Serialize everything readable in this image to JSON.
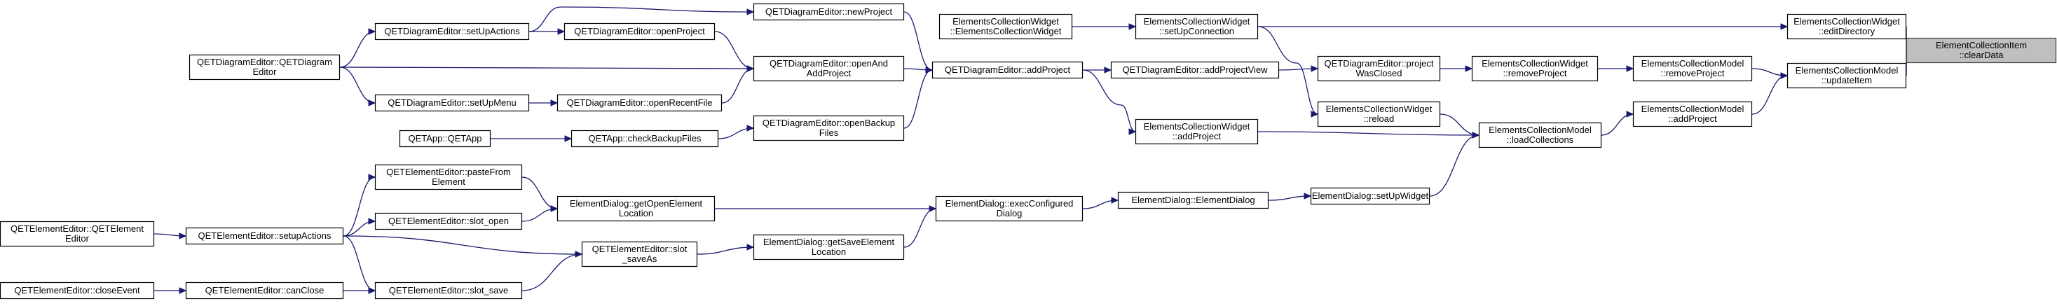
{
  "graph": {
    "root": "n0",
    "nodes": [
      {
        "id": "n0",
        "lines": [
          "ElementCollectionItem",
          "::clearData"
        ],
        "root": true
      },
      {
        "id": "n1",
        "lines": [
          "ElementsCollectionWidget",
          "::editDirectory"
        ]
      },
      {
        "id": "n2",
        "lines": [
          "ElementsCollectionModel",
          "::updateItem"
        ]
      },
      {
        "id": "n3",
        "lines": [
          "ElementsCollectionWidget",
          "::setUpConnection"
        ]
      },
      {
        "id": "n4",
        "lines": [
          "ElementsCollectionWidget",
          "::ElementsCollectionWidget"
        ]
      },
      {
        "id": "n5",
        "lines": [
          "ElementsCollectionModel",
          "::removeProject"
        ]
      },
      {
        "id": "n6",
        "lines": [
          "ElementsCollectionModel",
          "::addProject"
        ]
      },
      {
        "id": "n7",
        "lines": [
          "ElementsCollectionWidget",
          "::removeProject"
        ]
      },
      {
        "id": "n8",
        "lines": [
          "QETDiagramEditor::project",
          "WasClosed"
        ]
      },
      {
        "id": "n9",
        "lines": [
          "QETDiagramEditor::addProjectView"
        ]
      },
      {
        "id": "n10",
        "lines": [
          "QETDiagramEditor::addProject"
        ]
      },
      {
        "id": "n11",
        "lines": [
          "QETDiagramEditor::newProject"
        ]
      },
      {
        "id": "n12",
        "lines": [
          "QETDiagramEditor::openAnd",
          "AddProject"
        ]
      },
      {
        "id": "n13",
        "lines": [
          "QETDiagramEditor::openBackup",
          "Files"
        ]
      },
      {
        "id": "n14",
        "lines": [
          "QETDiagramEditor::setUpActions"
        ]
      },
      {
        "id": "n15",
        "lines": [
          "QETDiagramEditor::QETDiagram",
          "Editor"
        ]
      },
      {
        "id": "n16",
        "lines": [
          "QETDiagramEditor::openProject"
        ]
      },
      {
        "id": "n17",
        "lines": [
          "QETDiagramEditor::openRecentFile"
        ]
      },
      {
        "id": "n18",
        "lines": [
          "QETDiagramEditor::setUpMenu"
        ]
      },
      {
        "id": "n19",
        "lines": [
          "QETApp::checkBackupFiles"
        ]
      },
      {
        "id": "n20",
        "lines": [
          "QETApp::QETApp"
        ]
      },
      {
        "id": "n21",
        "lines": [
          "ElementsCollectionModel",
          "::loadCollections"
        ]
      },
      {
        "id": "n22",
        "lines": [
          "ElementsCollectionWidget",
          "::addProject"
        ]
      },
      {
        "id": "n23",
        "lines": [
          "ElementsCollectionWidget",
          "::reload"
        ]
      },
      {
        "id": "n24",
        "lines": [
          "ElementDialog::setUpWidget"
        ]
      },
      {
        "id": "n25",
        "lines": [
          "ElementDialog::ElementDialog"
        ]
      },
      {
        "id": "n26",
        "lines": [
          "ElementDialog::execConfigured",
          "Dialog"
        ]
      },
      {
        "id": "n27",
        "lines": [
          "ElementDialog::getOpenElement",
          "Location"
        ]
      },
      {
        "id": "n28",
        "lines": [
          "ElementDialog::getSaveElement",
          "Location"
        ]
      },
      {
        "id": "n29",
        "lines": [
          "QETElementEditor::pasteFrom",
          "Element"
        ]
      },
      {
        "id": "n30",
        "lines": [
          "QETElementEditor::setupActions"
        ]
      },
      {
        "id": "n31",
        "lines": [
          "QETElementEditor::slot_open"
        ]
      },
      {
        "id": "n32",
        "lines": [
          "QETElementEditor::slot",
          "_saveAs"
        ]
      },
      {
        "id": "n33",
        "lines": [
          "QETElementEditor::slot_save"
        ]
      },
      {
        "id": "n34",
        "lines": [
          "QETElementEditor::QETElement",
          "Editor"
        ]
      },
      {
        "id": "n35",
        "lines": [
          "QETElementEditor::canClose"
        ]
      },
      {
        "id": "n36",
        "lines": [
          "QETElementEditor::closeEvent"
        ]
      }
    ],
    "edges": [
      {
        "from": "n1",
        "to": "n0"
      },
      {
        "from": "n2",
        "to": "n0"
      },
      {
        "from": "n3",
        "to": "n1"
      },
      {
        "from": "n4",
        "to": "n3"
      },
      {
        "from": "n5",
        "to": "n2"
      },
      {
        "from": "n6",
        "to": "n2"
      },
      {
        "from": "n7",
        "to": "n5"
      },
      {
        "from": "n8",
        "to": "n7"
      },
      {
        "from": "n9",
        "to": "n8"
      },
      {
        "from": "n10",
        "to": "n9"
      },
      {
        "from": "n11",
        "to": "n10"
      },
      {
        "from": "n12",
        "to": "n10"
      },
      {
        "from": "n13",
        "to": "n10"
      },
      {
        "from": "n14",
        "to": "n11"
      },
      {
        "from": "n15",
        "to": "n14"
      },
      {
        "from": "n15",
        "to": "n12"
      },
      {
        "from": "n16",
        "to": "n12"
      },
      {
        "from": "n17",
        "to": "n12"
      },
      {
        "from": "n14",
        "to": "n16"
      },
      {
        "from": "n15",
        "to": "n18"
      },
      {
        "from": "n18",
        "to": "n17"
      },
      {
        "from": "n19",
        "to": "n13"
      },
      {
        "from": "n20",
        "to": "n19"
      },
      {
        "from": "n21",
        "to": "n6"
      },
      {
        "from": "n22",
        "to": "n21"
      },
      {
        "from": "n23",
        "to": "n21"
      },
      {
        "from": "n3",
        "to": "n23"
      },
      {
        "from": "n10",
        "to": "n22"
      },
      {
        "from": "n24",
        "to": "n21"
      },
      {
        "from": "n25",
        "to": "n24"
      },
      {
        "from": "n26",
        "to": "n25"
      },
      {
        "from": "n27",
        "to": "n26"
      },
      {
        "from": "n28",
        "to": "n26"
      },
      {
        "from": "n29",
        "to": "n27"
      },
      {
        "from": "n31",
        "to": "n27"
      },
      {
        "from": "n30",
        "to": "n29"
      },
      {
        "from": "n30",
        "to": "n31"
      },
      {
        "from": "n32",
        "to": "n28"
      },
      {
        "from": "n30",
        "to": "n32"
      },
      {
        "from": "n33",
        "to": "n32"
      },
      {
        "from": "n30",
        "to": "n33"
      },
      {
        "from": "n34",
        "to": "n30"
      },
      {
        "from": "n35",
        "to": "n33"
      },
      {
        "from": "n36",
        "to": "n35"
      }
    ]
  }
}
